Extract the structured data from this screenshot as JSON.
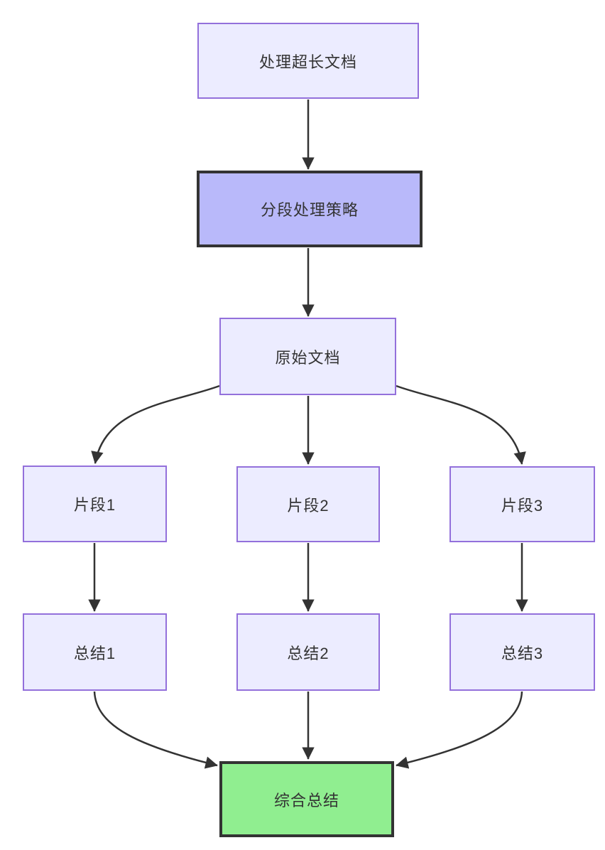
{
  "diagram": {
    "type": "flowchart",
    "direction": "top-down",
    "nodes": [
      {
        "id": "A",
        "label": "处理超长文档",
        "style": "default"
      },
      {
        "id": "B",
        "label": "分段处理策略",
        "style": "highlight-purple"
      },
      {
        "id": "C",
        "label": "原始文档",
        "style": "default"
      },
      {
        "id": "D1",
        "label": "片段1",
        "style": "default"
      },
      {
        "id": "D2",
        "label": "片段2",
        "style": "default"
      },
      {
        "id": "D3",
        "label": "片段3",
        "style": "default"
      },
      {
        "id": "E1",
        "label": "总结1",
        "style": "default"
      },
      {
        "id": "E2",
        "label": "总结2",
        "style": "default"
      },
      {
        "id": "E3",
        "label": "总结3",
        "style": "default"
      },
      {
        "id": "F",
        "label": "综合总结",
        "style": "highlight-green"
      }
    ],
    "edges": [
      {
        "from": "A",
        "to": "B"
      },
      {
        "from": "B",
        "to": "C"
      },
      {
        "from": "C",
        "to": "D1"
      },
      {
        "from": "C",
        "to": "D2"
      },
      {
        "from": "C",
        "to": "D3"
      },
      {
        "from": "D1",
        "to": "E1"
      },
      {
        "from": "D2",
        "to": "E2"
      },
      {
        "from": "D3",
        "to": "E3"
      },
      {
        "from": "E1",
        "to": "F"
      },
      {
        "from": "E2",
        "to": "F"
      },
      {
        "from": "E3",
        "to": "F"
      }
    ],
    "colors": {
      "background": "#FFFFFF",
      "node_fill": "#ECECFF",
      "node_border": "#9370DB",
      "highlight_purple_fill": "#B9B9FA",
      "highlight_green_fill": "#90EE90",
      "highlight_border": "#333333",
      "edge": "#333333",
      "text": "#333333"
    }
  }
}
